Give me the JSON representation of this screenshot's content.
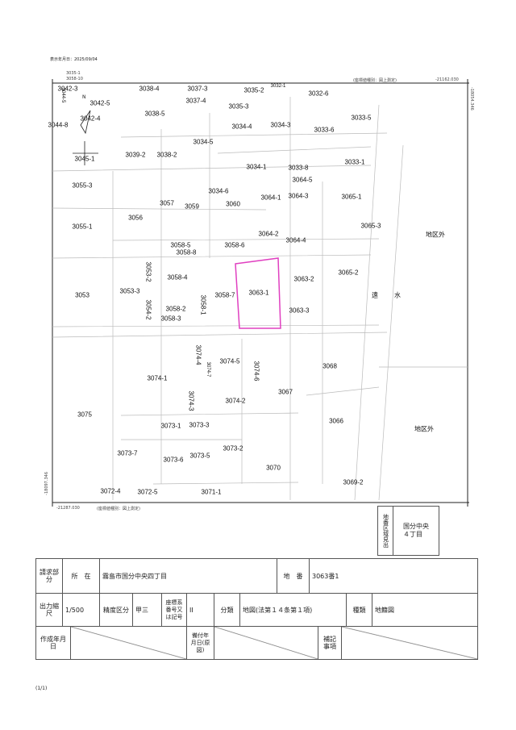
{
  "header": {
    "display_date": "表示年月日：2025/09/04",
    "coord_type_top": "(座標値種別：図上測定)",
    "coord_top_right": "-21162.030",
    "coord_right_side": "-18054.346",
    "coord_bottom_left": "-21287.030",
    "coord_type_bottom": "(座標値種別：図上測定)",
    "coord_left_side": "-18097.346",
    "top_note_1": "3035-1",
    "top_note_2": "3058-10",
    "north": "N"
  },
  "parcels": [
    "3042-3",
    "3038-4",
    "3037-3",
    "3035-2",
    "3032-1",
    "3032-6",
    "3042-5",
    "3037-4",
    "3035-3",
    "3033-5",
    "3038-5",
    "3042-4",
    "3044-8",
    "3034-4",
    "3034-3",
    "3033-6",
    "3034-5",
    "3045-1",
    "3039-2",
    "3038-2",
    "3033-1",
    "3034-1",
    "3033-8",
    "3064-5",
    "3055-3",
    "3034-6",
    "3064-1",
    "3064-3",
    "3065-1",
    "3057",
    "3059",
    "3060",
    "3056",
    "3055-1",
    "3065-3",
    "3064-2",
    "地区外",
    "3064-4",
    "3058-5",
    "3058-6",
    "3058-8",
    "3053-2",
    "3058-4",
    "3063-2",
    "3065-2",
    "3053-3",
    "3053",
    "3058-7",
    "3063-1",
    "遠",
    "水",
    "3058-1",
    "3058-2",
    "3063-3",
    "3054-2",
    "3058-3",
    "3074-4",
    "3074-5",
    "3074-7",
    "3074-6",
    "3068",
    "3074-1",
    "3067",
    "3074-3",
    "3074-2",
    "3075",
    "3066",
    "3073-1",
    "3073-3",
    "地区外",
    "3073-7",
    "3073-6",
    "3073-5",
    "3073-2",
    "3070",
    "3069-2",
    "3072-4",
    "3072-5",
    "3071-1",
    "3044-5"
  ],
  "highlight_color": "#e040c0",
  "area_box": {
    "label": "地番区域見出",
    "value": "国分中央\n４丁目"
  },
  "form": {
    "req_label": "請求部分",
    "loc_label": "所　在",
    "loc_value": "霧島市国分中央四丁目",
    "lot_label": "地　番",
    "lot_value": "3063番1",
    "scale_label": "出力縮尺",
    "scale_value": "1/500",
    "acc_label": "精度区分",
    "acc_value": "甲三",
    "coord_label": "座標系番号又は記号",
    "coord_value": "II",
    "class_label": "分類",
    "class_value": "地図(法第１４条第１項)",
    "kind_label": "種類",
    "kind_value": "地籍図",
    "made_label": "作成年月日",
    "stocked_label": "備付年月日(原図)",
    "note_label": "補記事項"
  },
  "footer": {
    "page": "(1/1)"
  }
}
